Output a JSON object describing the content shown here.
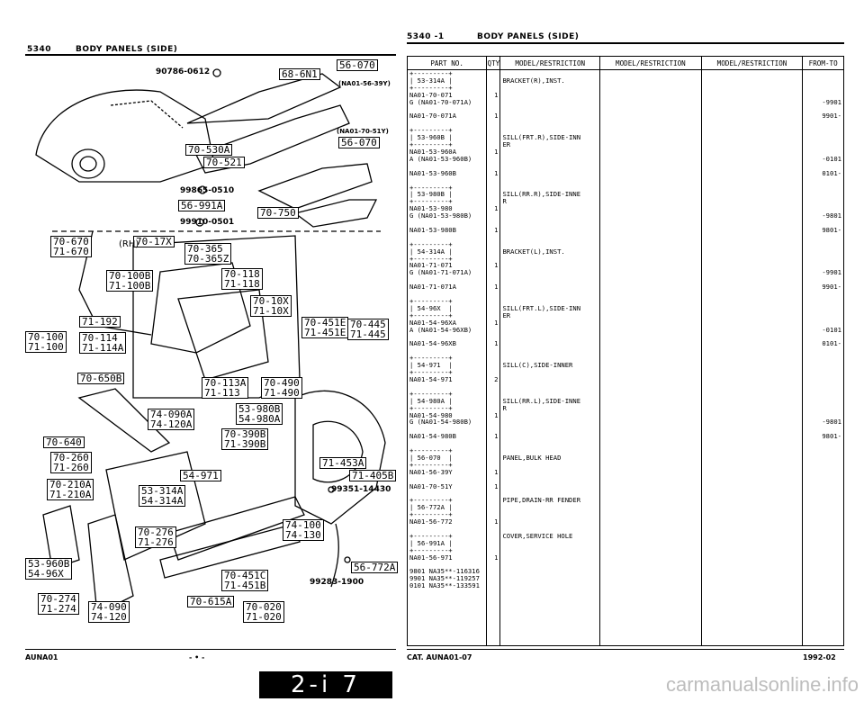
{
  "left_header": {
    "code": "5340",
    "title": "BODY PANELS (SIDE)"
  },
  "right_header": {
    "code": "5340  -1",
    "title": "BODY PANELS (SIDE)"
  },
  "diagram": {
    "callouts": [
      "56-070",
      "68-6N1",
      "70-530A",
      "56-070",
      "70-521",
      "56-991A",
      "70-750",
      "70-670\n71-670",
      "70-17X",
      "70-365\n70-365Z",
      "70-100B\n71-100B",
      "70-118\n71-118",
      "70-10X\n71-10X",
      "71-192",
      "70-114\n71-114A",
      "70-100\n71-100",
      "70-451E\n71-451E",
      "70-445\n71-445",
      "70-650B",
      "70-113A\n71-113",
      "70-490\n71-490",
      "74-090A\n74-120A",
      "53-980B\n54-980A",
      "70-640",
      "70-390B\n71-390B",
      "70-260\n71-260",
      "71-453A",
      "71-405B",
      "70-210A\n71-210A",
      "54-971",
      "53-314A\n54-314A",
      "70-276\n71-276",
      "74-100\n74-130",
      "53-960B\n54-96X",
      "70-451C\n71-451B",
      "56-772A",
      "70-274\n71-274",
      "74-090\n74-120",
      "70-615A",
      "70-020\n71-020"
    ],
    "numbers": [
      "90786-0612",
      "(NA01-56-39Y)",
      "(NA01-70-51Y)",
      "99865-0510",
      "99910-0501",
      "(RH)",
      "99351-14430",
      "99283-1900"
    ]
  },
  "table": {
    "headers": [
      "PART NO.",
      "QTY",
      "MODEL/RESTRICTION",
      "MODEL/RESTRICTION",
      "MODEL/RESTRICTION",
      "FROM-TO"
    ],
    "part_col": "+---------+\n| 53-314A |\n+---------+\nNA01-70-071\nG (NA01-70-071A)\n\nNA01-70-071A\n\n+---------+\n| 53-960B |\n+---------+\nNA01-53-960A\nA (NA01-53-960B)\n\nNA01-53-960B\n\n+---------+\n| 53-980B |\n+---------+\nNA01-53-980\nG (NA01-53-980B)\n\nNA01-53-980B\n\n+---------+\n| 54-314A |\n+---------+\nNA01-71-071\nG (NA01-71-071A)\n\nNA01-71-071A\n\n+---------+\n| 54-96X  |\n+---------+\nNA01-54-96XA\nA (NA01-54-96XB)\n\nNA01-54-96XB\n\n+---------+\n| 54-971  |\n+---------+\nNA01-54-971\n\n+---------+\n| 54-980A |\n+---------+\nNA01-54-980\nG (NA01-54-980B)\n\nNA01-54-980B\n\n+---------+\n| 56-070  |\n+---------+\nNA01-56-39Y\n\nNA01-70-51Y\n\n+---------+\n| 56-772A |\n+---------+\nNA01-56-772\n\n+---------+\n| 56-991A |\n+---------+\nNA01-56-971\n\n9801 NA35**-116316\n9901 NA35**-119257\n0101 NA35**-133591",
    "qty_col": "\n\n\n1\n\n\n1\n\n\n\n\n1\n\n\n1\n\n\n\n\n1\n\n\n1\n\n\n\n\n1\n\n\n1\n\n\n\n\n1\n\n\n1\n\n\n\n\n2\n\n\n\n\n1\n\n\n1\n\n\n\n\n1\n\n1\n\n\n\n\n1\n\n\n\n\n1",
    "desc_col": "\nBRACKET(R),INST.\n\n\n\n\n\n\n\nSILL(FRT.R),SIDE-INN\nER\n\n\n\n\n\n\nSILL(RR.R),SIDE-INNE\nR\n\n\n\n\n\n\nBRACKET(L),INST.\n\n\n\n\n\n\n\nSILL(FRT.L),SIDE-INN\nER\n\n\n\n\n\n\nSILL(C),SIDE-INNER\n\n\n\n\nSILL(RR.L),SIDE-INNE\nR\n\n\n\n\n\n\nPANEL,BULK HEAD\n\n\n\n\n\nPIPE,DRAIN-RR FENDER\n\n\n\n\nCOVER,SERVICE HOLE",
    "from_col": "\n\n\n\n-9901\n\n9901-\n\n\n\n\n\n-0101\n\n0101-\n\n\n\n\n\n-9801\n\n9801-\n\n\n\n\n\n-9901\n\n9901-\n\n\n\n\n\n-0101\n\n0101-\n\n\n\n\n\n\n\n\n\n\n-9801\n\n9801-"
  },
  "footer": {
    "left": "AUNA01",
    "dashes": "-  •  -",
    "catalog": "CAT. AUNA01-07",
    "date": "1992-02",
    "page": "2-i 7"
  },
  "watermark": "carmanualsonline.info"
}
